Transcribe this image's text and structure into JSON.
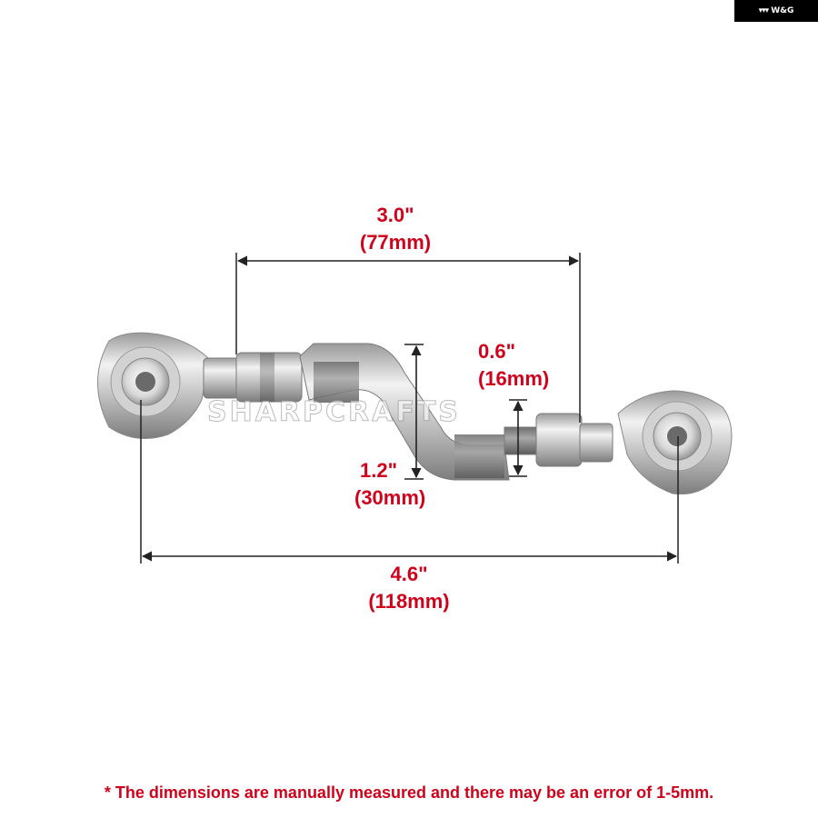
{
  "brand": {
    "label": "W&G",
    "icon": "brand-logo-icon"
  },
  "watermark": "SHARPCRAFTS",
  "dimensions": {
    "overall_length": {
      "inches": "4.6\"",
      "mm": "(118mm)"
    },
    "center_length": {
      "inches": "3.0\"",
      "mm": "(77mm)"
    },
    "offset": {
      "inches": "0.6\"",
      "mm": "(16mm)"
    },
    "height": {
      "inches": "1.2\"",
      "mm": "(30mm)"
    }
  },
  "note": "* The dimensions are manually measured and there may be an error of 1-5mm.",
  "colors": {
    "dimension_text": "#d0021b",
    "dimension_line": "#222222",
    "metal": "#c8c8c8"
  }
}
